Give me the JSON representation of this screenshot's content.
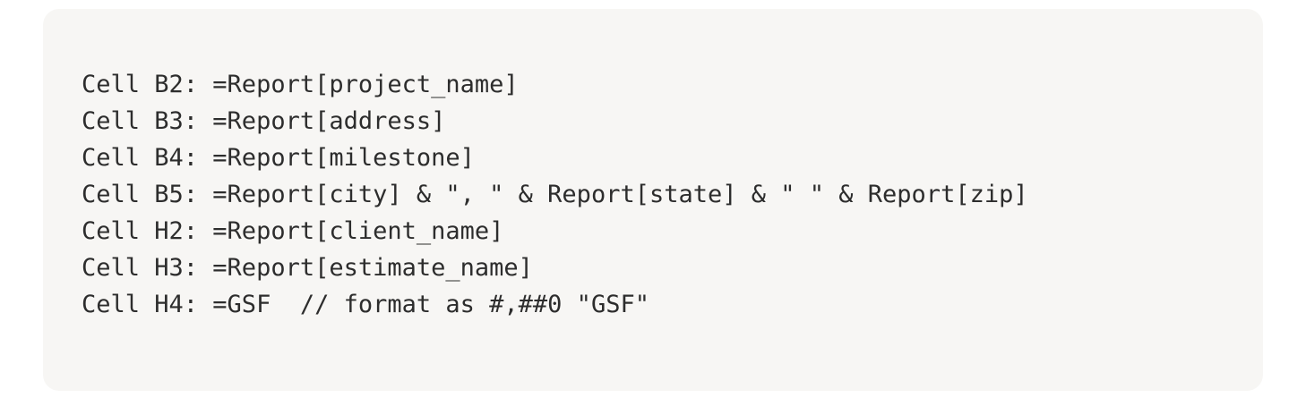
{
  "code_block": {
    "lines": [
      "Cell B2: =Report[project_name]",
      "Cell B3: =Report[address]",
      "Cell B4: =Report[milestone]",
      "Cell B5: =Report[city] & \", \" & Report[state] & \" \" & Report[zip]",
      "Cell H2: =Report[client_name]",
      "Cell H3: =Report[estimate_name]",
      "Cell H4: =GSF  // format as #,##0 \"GSF\""
    ]
  },
  "colors": {
    "page_background": "#ffffff",
    "card_background": "#f7f6f4",
    "code_text": "#2d2d2d"
  }
}
